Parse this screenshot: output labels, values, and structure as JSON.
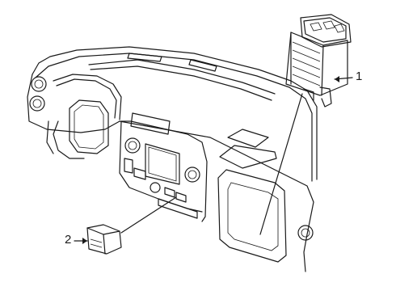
{
  "diagram": {
    "callouts": [
      {
        "id": "1",
        "label": "1",
        "part": "module-unit"
      },
      {
        "id": "2",
        "label": "2",
        "part": "switch-unit"
      }
    ],
    "line_color": "#1a1a1a",
    "background": "#ffffff"
  }
}
